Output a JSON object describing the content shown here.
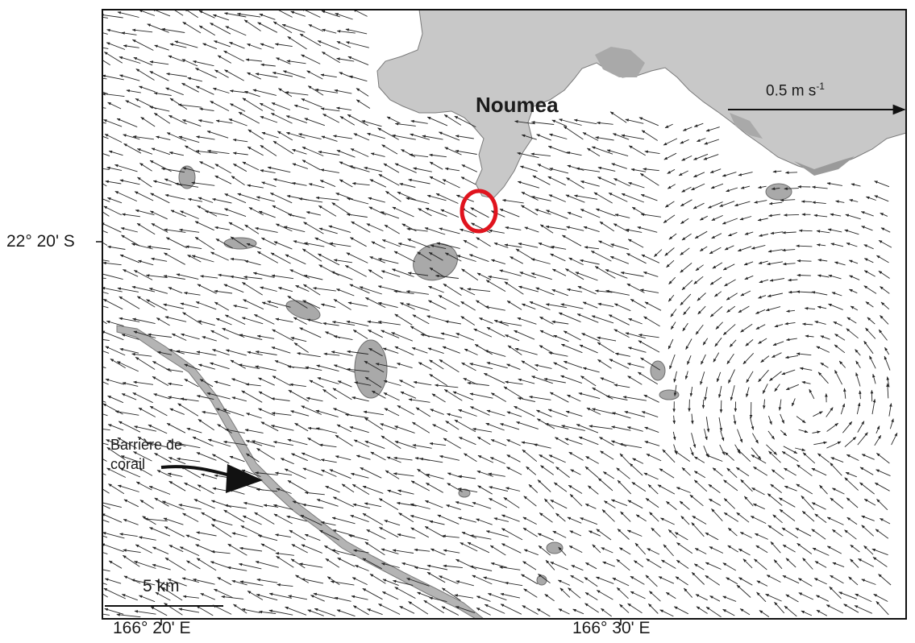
{
  "map": {
    "latitude_label": "22° 20' S",
    "longitude_labels": [
      "166° 20' E",
      "166° 30' E"
    ],
    "city_label": "Noumea",
    "speed_scale_value": "0.5 m s",
    "speed_scale_exponent": "-1",
    "reef_label": "Barrière de corail",
    "scale_bar_label": "5 km"
  },
  "colors": {
    "land": "#c8c8c8",
    "islet": "#a9a9a9",
    "vector": "#262626",
    "marker": "#e0141e",
    "frame": "#111111"
  },
  "icons": [
    "current-vector-arrow",
    "location-marker-circle",
    "reef-pointer-arrow",
    "speed-scale-arrow"
  ]
}
